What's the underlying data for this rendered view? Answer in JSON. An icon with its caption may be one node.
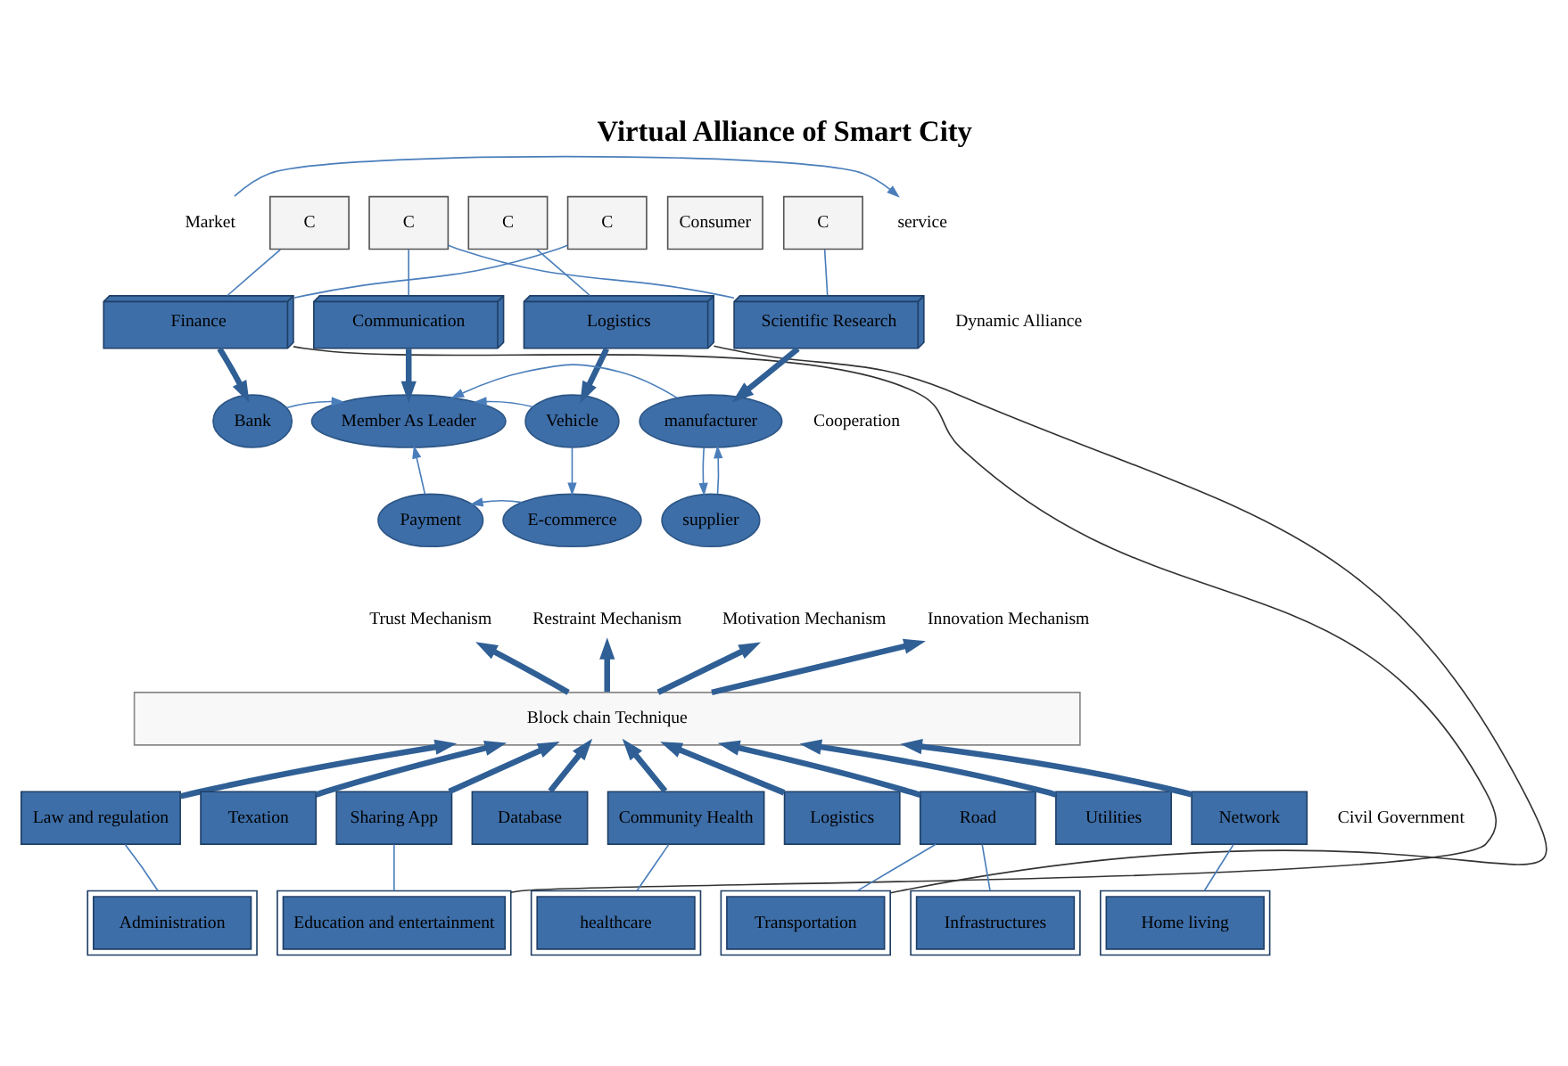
{
  "diagram": {
    "title": "Virtual Alliance of Smart City",
    "nodes": [
      {
        "text": [
          "Market"
        ]
      },
      {
        "text": [
          "C"
        ]
      },
      {
        "text": [
          "C"
        ]
      },
      {
        "text": [
          "C"
        ]
      },
      {
        "text": [
          "C"
        ]
      },
      {
        "text": [
          "Consumer"
        ]
      },
      {
        "text": [
          "C"
        ]
      },
      {
        "text": [
          "service"
        ]
      },
      {
        "text": [
          "Finance"
        ]
      },
      {
        "text": [
          "Communication"
        ]
      },
      {
        "text": [
          "Logistics"
        ]
      },
      {
        "text": [
          "Scientific Research"
        ]
      },
      {
        "text": [
          "Bank"
        ]
      },
      {
        "text": [
          "Member As Leader"
        ]
      },
      {
        "text": [
          "Vehicle"
        ]
      },
      {
        "text": [
          "manufacturer"
        ]
      },
      {
        "text": [
          "Payment"
        ]
      },
      {
        "text": [
          "E-commerce"
        ]
      },
      {
        "text": [
          "supplier"
        ]
      },
      {
        "text": [
          "Trust Mechanism"
        ]
      },
      {
        "text": [
          "Restraint Mechanism"
        ]
      },
      {
        "text": [
          "Motivation Mechanism"
        ]
      },
      {
        "text": [
          "Innovation Mechanism"
        ]
      },
      {
        "text": [
          "Block chain Technique"
        ]
      },
      {
        "text": [
          "Law and regulation"
        ]
      },
      {
        "text": [
          "Texation"
        ]
      },
      {
        "text": [
          "Sharing App"
        ]
      },
      {
        "text": [
          "Database"
        ]
      },
      {
        "text": [
          "Community Health"
        ]
      },
      {
        "text": [
          "Logistics"
        ]
      },
      {
        "text": [
          "Road"
        ]
      },
      {
        "text": [
          "Utilities"
        ]
      },
      {
        "text": [
          "Network"
        ]
      },
      {
        "text": [
          "Administration"
        ]
      },
      {
        "text": [
          "Education and entertainment"
        ]
      },
      {
        "text": [
          "healthcare"
        ]
      },
      {
        "text": [
          "Transportation"
        ]
      },
      {
        "text": [
          "Infrastructures"
        ]
      },
      {
        "text": [
          "Home living"
        ]
      }
    ],
    "edges": [
      {
        "from": 0,
        "to": 7,
        "arrow": "to"
      },
      {
        "from": 1,
        "to": 8,
        "arrow": "none"
      },
      {
        "from": 2,
        "to": 9,
        "arrow": "none"
      },
      {
        "from": 4,
        "to": 8,
        "arrow": "none"
      },
      {
        "from": 2,
        "to": 11,
        "arrow": "none"
      },
      {
        "from": 3,
        "to": 10,
        "arrow": "none"
      },
      {
        "from": 6,
        "to": 11,
        "arrow": "none"
      },
      {
        "from": 8,
        "to": 12,
        "arrow": "to",
        "style": "thick"
      },
      {
        "from": 9,
        "to": 13,
        "arrow": "to",
        "style": "thick"
      },
      {
        "from": 10,
        "to": 14,
        "arrow": "to",
        "style": "thick"
      },
      {
        "from": 11,
        "to": 15,
        "arrow": "to",
        "style": "thick"
      },
      {
        "from": 12,
        "to": 13,
        "arrow": "to"
      },
      {
        "from": 16,
        "to": 13,
        "arrow": "to"
      },
      {
        "from": 14,
        "to": 13,
        "arrow": "to"
      },
      {
        "from": 15,
        "to": 13,
        "arrow": "to"
      },
      {
        "from": 14,
        "to": 17,
        "arrow": "to"
      },
      {
        "from": 17,
        "to": 16,
        "arrow": "to"
      },
      {
        "from": 15,
        "to": 18,
        "arrow": "to"
      },
      {
        "from": 18,
        "to": 15,
        "arrow": "to"
      },
      {
        "from": 23,
        "to": 19,
        "arrow": "to",
        "style": "thick"
      },
      {
        "from": 23,
        "to": 20,
        "arrow": "to",
        "style": "thick"
      },
      {
        "from": 23,
        "to": 21,
        "arrow": "to",
        "style": "thick"
      },
      {
        "from": 23,
        "to": 22,
        "arrow": "to",
        "style": "thick"
      },
      {
        "from": 24,
        "to": 23,
        "arrow": "to",
        "style": "thick"
      },
      {
        "from": 25,
        "to": 23,
        "arrow": "to",
        "style": "thick"
      },
      {
        "from": 26,
        "to": 23,
        "arrow": "to",
        "style": "thick"
      },
      {
        "from": 27,
        "to": 23,
        "arrow": "to",
        "style": "thick"
      },
      {
        "from": 28,
        "to": 23,
        "arrow": "to",
        "style": "thick"
      },
      {
        "from": 29,
        "to": 23,
        "arrow": "to",
        "style": "thick"
      },
      {
        "from": 30,
        "to": 23,
        "arrow": "to",
        "style": "thick"
      },
      {
        "from": 31,
        "to": 23,
        "arrow": "to",
        "style": "thick"
      },
      {
        "from": 32,
        "to": 23,
        "arrow": "to",
        "style": "thick"
      },
      {
        "from": 24,
        "to": 33,
        "arrow": "none"
      },
      {
        "from": 26,
        "to": 34,
        "arrow": "none"
      },
      {
        "from": 28,
        "to": 35,
        "arrow": "none"
      },
      {
        "from": 30,
        "to": 36,
        "arrow": "none"
      },
      {
        "from": 30,
        "to": 37,
        "arrow": "none"
      },
      {
        "from": 32,
        "to": 38,
        "arrow": "none"
      },
      {
        "from": 8,
        "to": 34,
        "arrow": "none",
        "color": "#333333"
      },
      {
        "from": 10,
        "to": 36,
        "arrow": "none",
        "color": "#333333"
      }
    ],
    "labels": [
      "Dynamic Alliance",
      "Cooperation",
      "Civil Government"
    ]
  }
}
